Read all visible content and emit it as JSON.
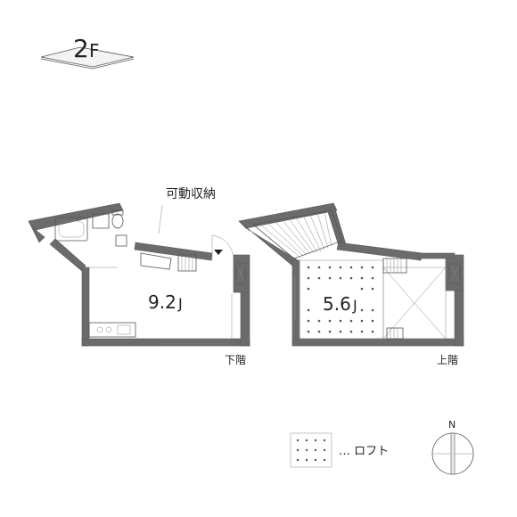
{
  "floor_label": {
    "number": "2",
    "suffix": "F"
  },
  "rooms": [
    {
      "id": "left-room",
      "area": "9.2",
      "unit": "J"
    },
    {
      "id": "right-room",
      "area": "5.6",
      "unit": "J"
    }
  ],
  "labels": {
    "storage": "可動収納",
    "stairs_down": "下階",
    "stairs_up": "上階"
  },
  "legend": {
    "text": "… ロフト"
  },
  "compass": {
    "north": "N"
  },
  "colors": {
    "wall": "#6b6b6b",
    "line": "#555555",
    "background": "#ffffff"
  }
}
